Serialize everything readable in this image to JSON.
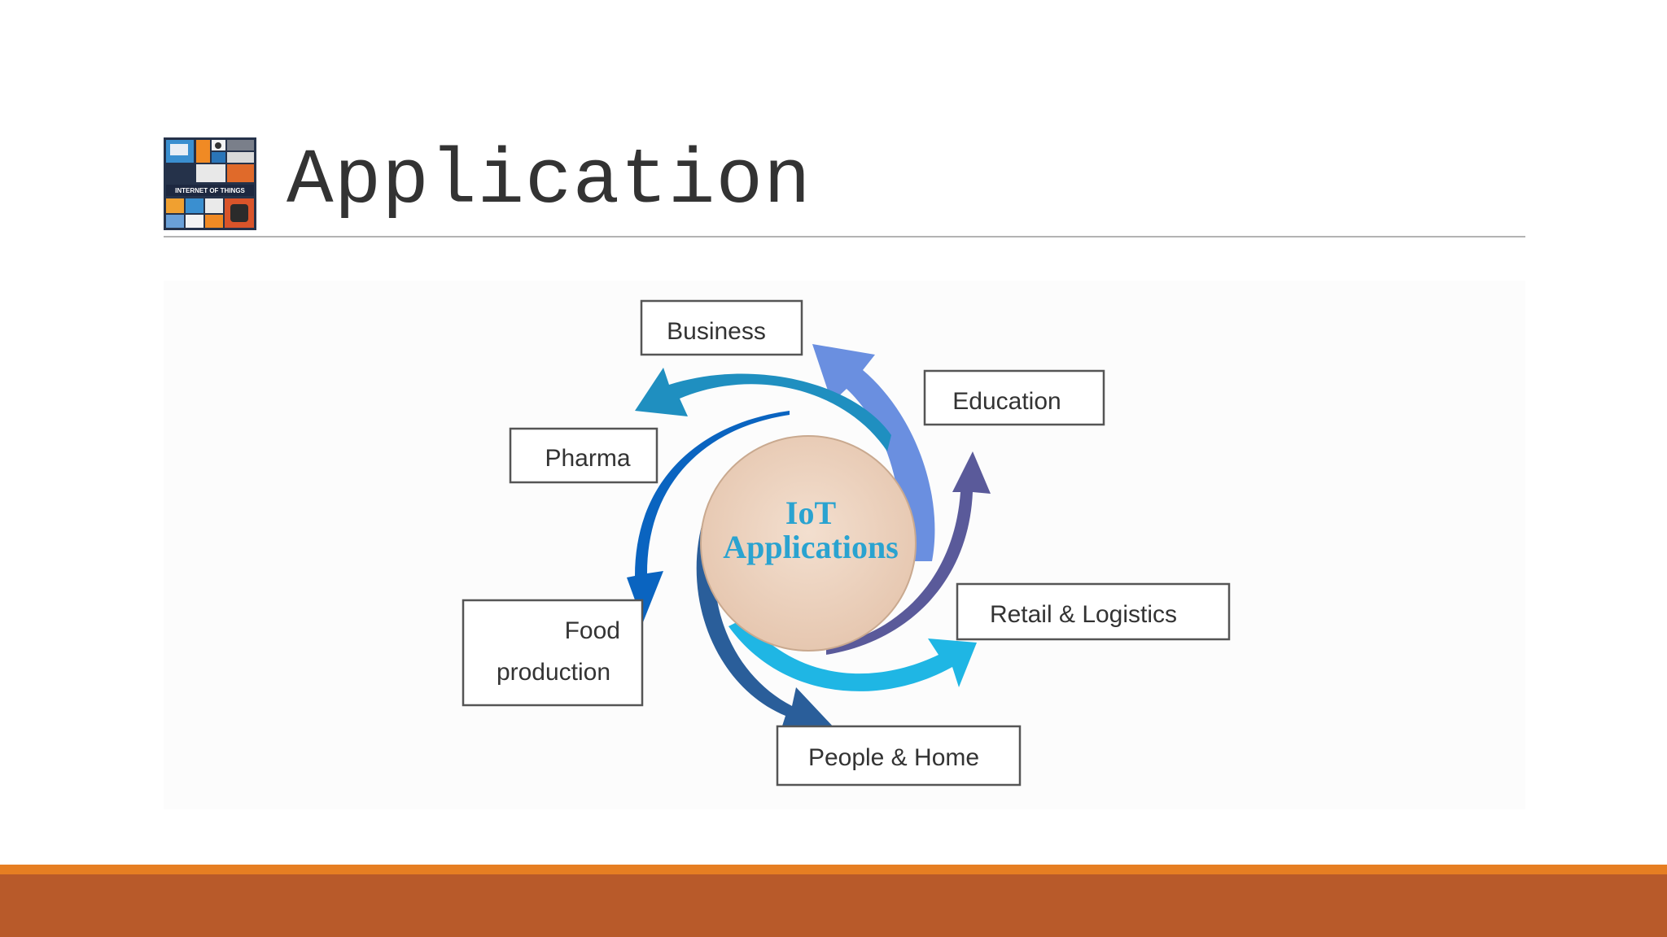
{
  "slide": {
    "title": "Application",
    "logo": {
      "icon": "internet-of-things-logo-icon",
      "caption": "INTERNET OF THINGS"
    }
  },
  "diagram": {
    "center": {
      "line1": "IoT",
      "line2": "Applications"
    },
    "boxes": [
      {
        "id": "business",
        "lines": [
          "Business"
        ]
      },
      {
        "id": "education",
        "lines": [
          "Education"
        ]
      },
      {
        "id": "pharma",
        "lines": [
          "Pharma"
        ]
      },
      {
        "id": "retail",
        "lines": [
          "Retail & Logistics"
        ]
      },
      {
        "id": "food",
        "lines": [
          "Food",
          "production"
        ]
      },
      {
        "id": "people",
        "lines": [
          "People & Home"
        ]
      }
    ],
    "colors": {
      "center_fill": "#efd6c2",
      "center_text": "#2aa3d0",
      "arrows": [
        "#6a8fe0",
        "#1f8fc0",
        "#0a64c0",
        "#2a5e9a",
        "#1fb6e4",
        "#5a5a9a"
      ]
    }
  }
}
